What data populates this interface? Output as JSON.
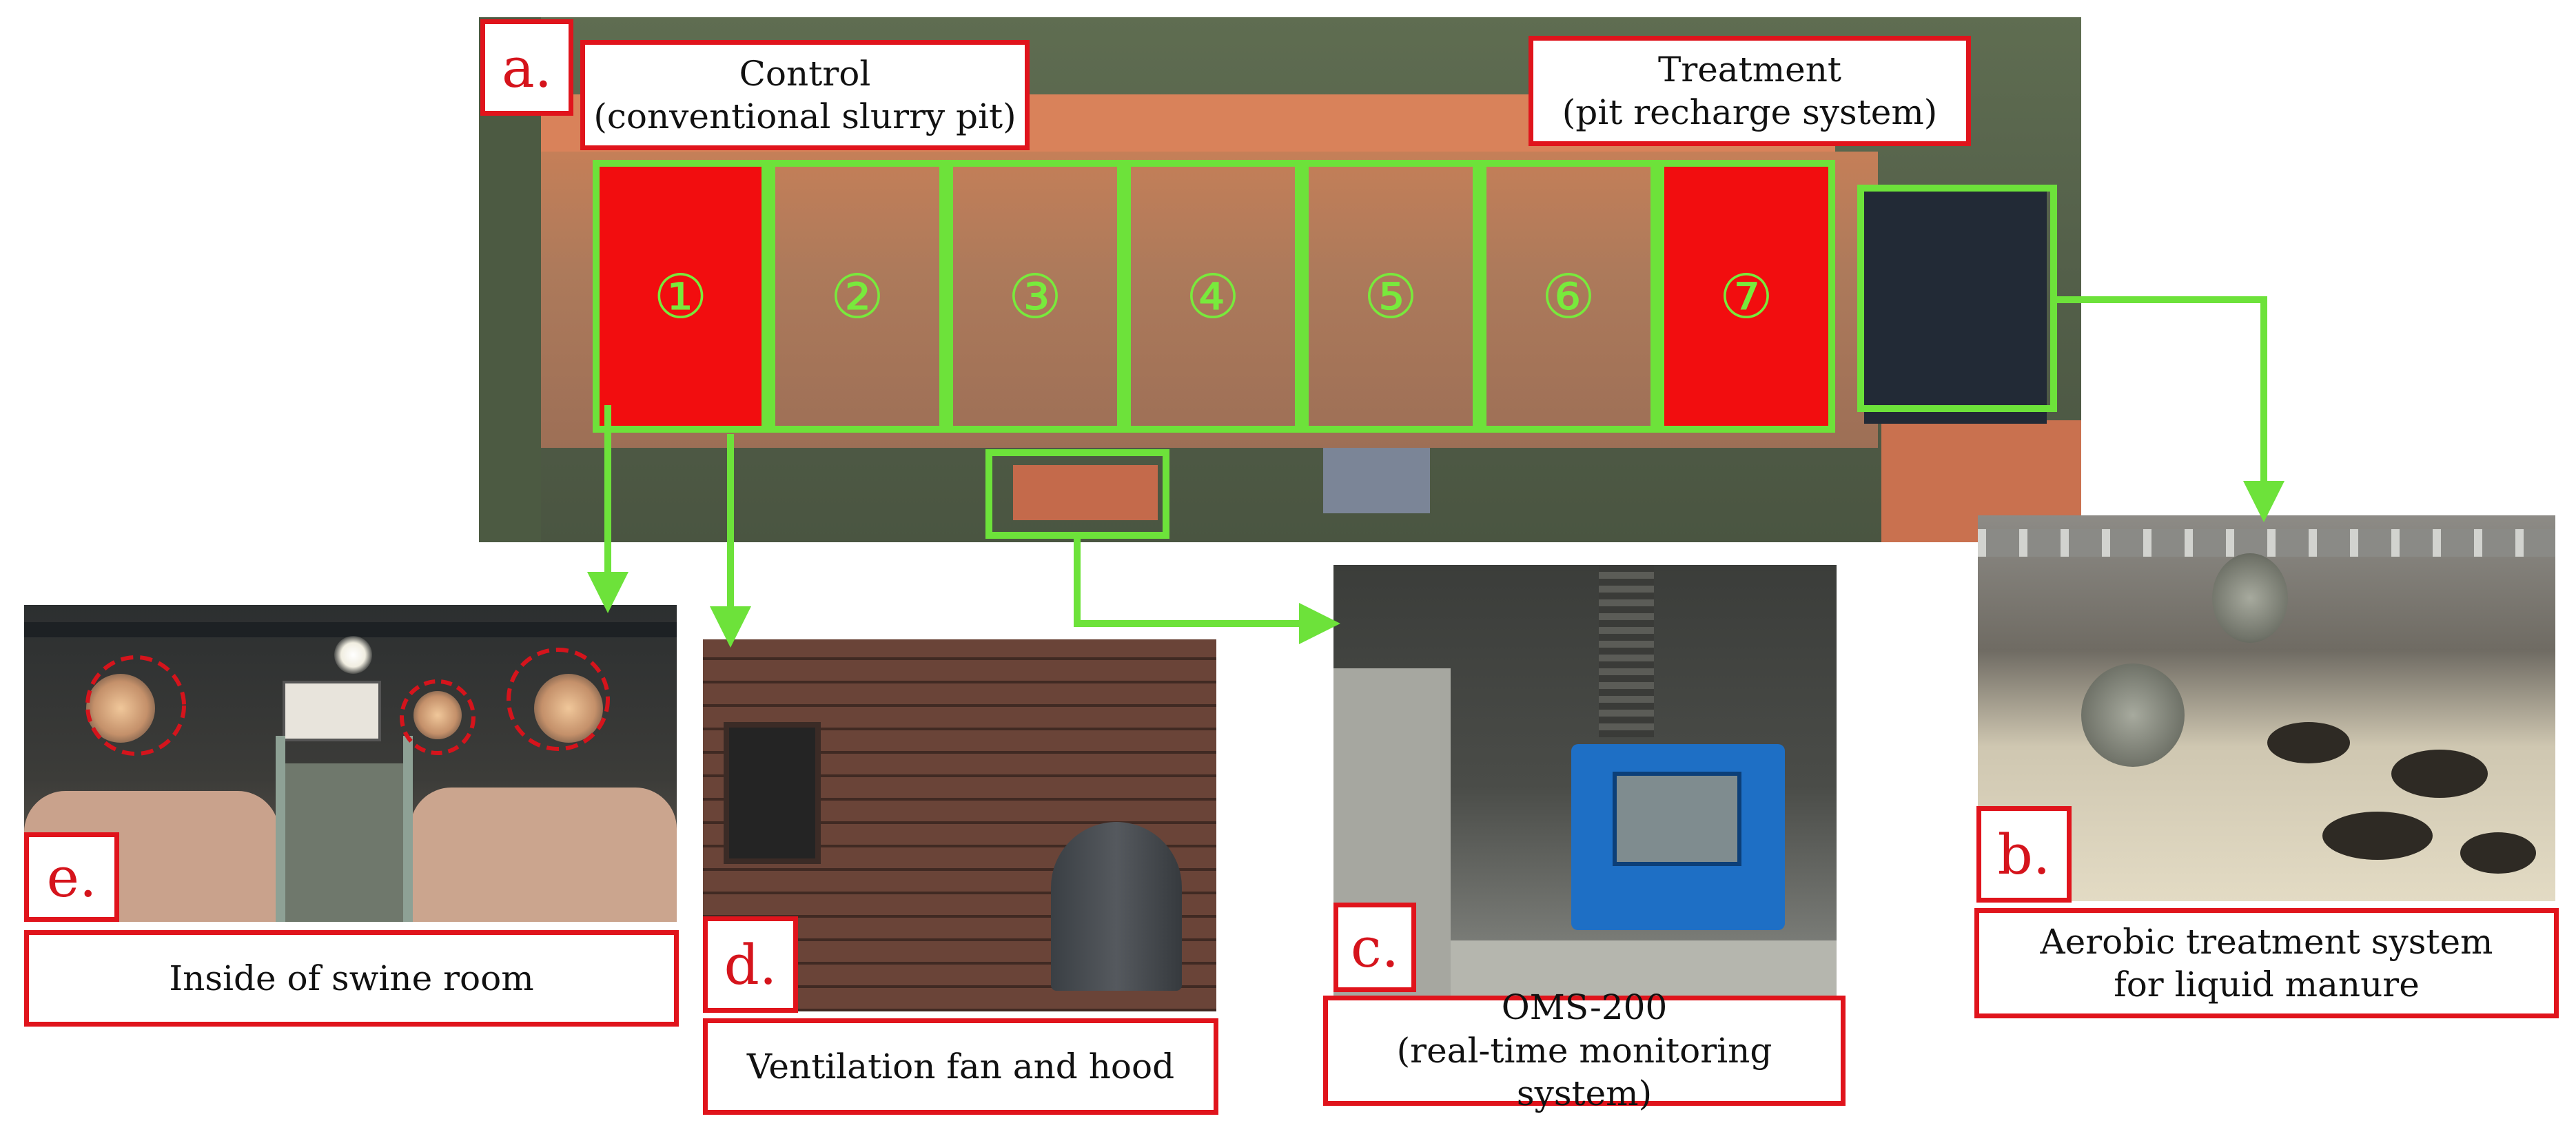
{
  "panels": {
    "a": {
      "letter": "a.",
      "control_line1": "Control",
      "control_line2": "(conventional slurry pit)",
      "treatment_line1": "Treatment",
      "treatment_line2": "(pit recharge system)"
    },
    "b": {
      "letter": "b.",
      "caption_line1": "Aerobic treatment system",
      "caption_line2": "for liquid manure"
    },
    "c": {
      "letter": "c.",
      "caption_line1": "OMS-200",
      "caption_line2": "(real-time monitoring system)"
    },
    "d": {
      "letter": "d.",
      "caption": "Ventilation fan and hood"
    },
    "e": {
      "letter": "e.",
      "caption": "Inside of swine room"
    }
  },
  "rooms": [
    {
      "label": "①",
      "highlight": true
    },
    {
      "label": "②",
      "highlight": false
    },
    {
      "label": "③",
      "highlight": false
    },
    {
      "label": "④",
      "highlight": false
    },
    {
      "label": "⑤",
      "highlight": false
    },
    {
      "label": "⑥",
      "highlight": false
    },
    {
      "label": "⑦",
      "highlight": true
    }
  ],
  "colors": {
    "frame_red": "#e0141c",
    "room_red": "#f20d0f",
    "connector_green": "#6de23a"
  },
  "icons": [
    "dashed-circle-marker",
    "arrow-down-icon",
    "arrow-right-icon"
  ]
}
